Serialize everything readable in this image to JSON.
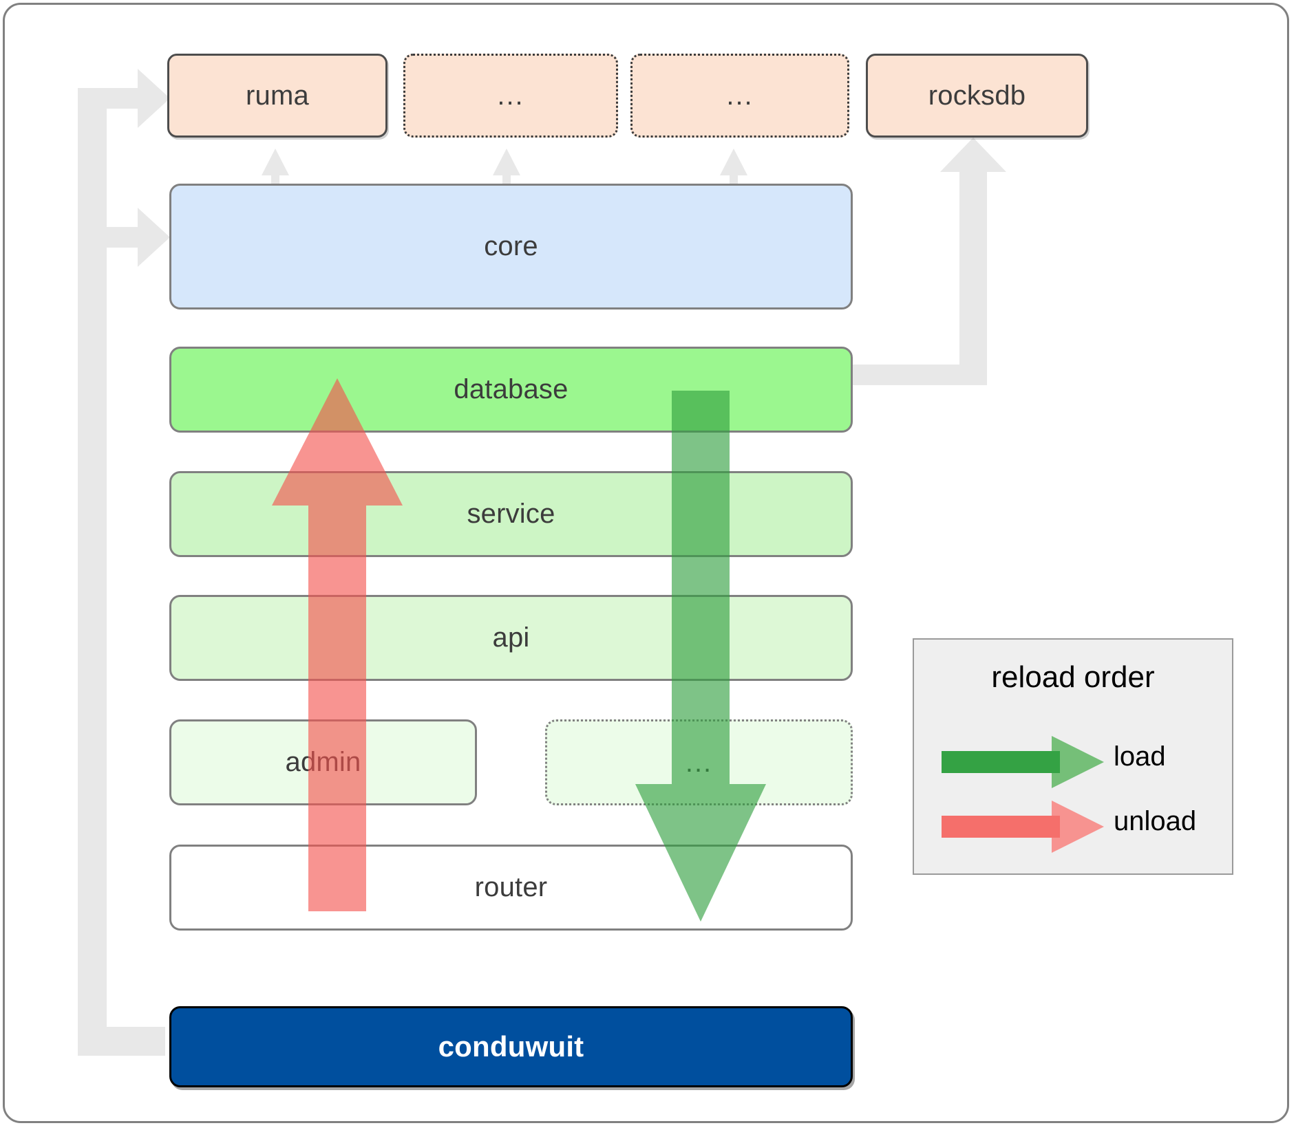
{
  "diagram": {
    "title": "conduwuit crate / reload order architecture",
    "colors": {
      "dependency_fill": "#fce3d3",
      "core_fill": "#d6e7fb",
      "database_fill": "#9bf78f",
      "service_fill": "#cdf5c5",
      "api_fill": "#ddf8d6",
      "admin_fill": "#ecfce9",
      "router_fill": "#ffffff",
      "root_fill": "#004f9e",
      "load_arrow": "#4caf50",
      "unload_arrow": "#f8837f",
      "link_arrow": "#e8e8e8",
      "frame_border": "#808080"
    },
    "dependencies": [
      {
        "label": "ruma",
        "style": "solid"
      },
      {
        "label": "...",
        "style": "dotted"
      },
      {
        "label": "...",
        "style": "dotted"
      },
      {
        "label": "rocksdb",
        "style": "solid"
      }
    ],
    "core": {
      "label": "core"
    },
    "layers": [
      {
        "label": "database",
        "style": "solid"
      },
      {
        "label": "service",
        "style": "solid"
      },
      {
        "label": "api",
        "style": "solid"
      },
      {
        "label": "admin",
        "style": "solid"
      },
      {
        "label": "...",
        "style": "dotted"
      },
      {
        "label": "router",
        "style": "solid"
      }
    ],
    "root": {
      "label": "conduwuit"
    },
    "legend": {
      "title": "reload order",
      "entries": [
        {
          "label": "load",
          "color": "#4caf50"
        },
        {
          "label": "unload",
          "color": "#f8837f"
        }
      ]
    }
  }
}
